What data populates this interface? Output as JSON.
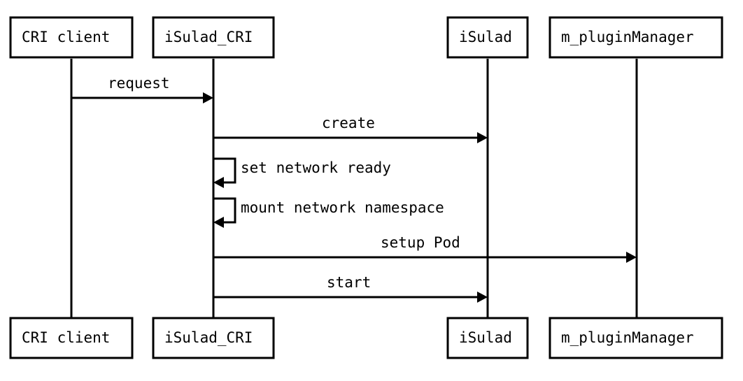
{
  "participants": [
    {
      "id": "cri-client",
      "label": "CRI client"
    },
    {
      "id": "isulad-cri",
      "label": "iSulad_CRI"
    },
    {
      "id": "isulad",
      "label": "iSulad"
    },
    {
      "id": "m-pluginmanager",
      "label": "m_pluginManager"
    }
  ],
  "messages": [
    {
      "from": "cri-client",
      "to": "isulad-cri",
      "label": "request"
    },
    {
      "from": "isulad-cri",
      "to": "isulad",
      "label": "create"
    },
    {
      "from": "isulad-cri",
      "to": "isulad-cri",
      "label": "set network ready"
    },
    {
      "from": "isulad-cri",
      "to": "isulad-cri",
      "label": "mount network namespace"
    },
    {
      "from": "isulad-cri",
      "to": "m-pluginmanager",
      "label": "setup Pod"
    },
    {
      "from": "isulad-cri",
      "to": "isulad",
      "label": "start"
    }
  ]
}
